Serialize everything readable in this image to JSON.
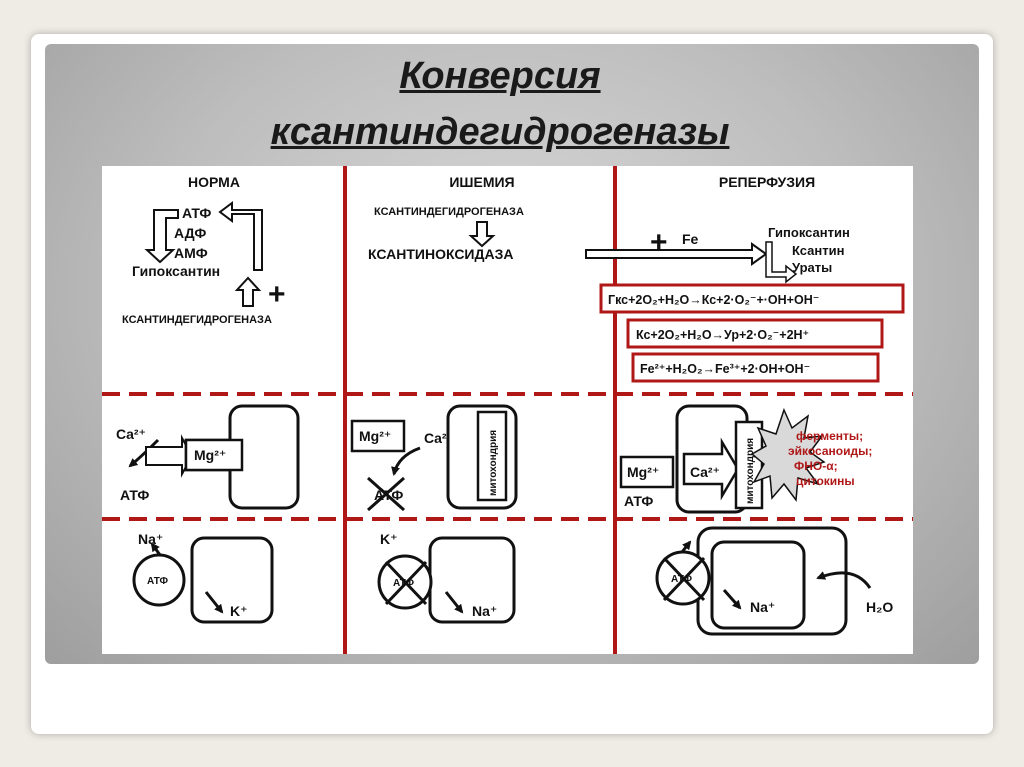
{
  "title": {
    "line1": "Конверсия",
    "line2": "ксантиндегидрогеназы"
  },
  "columns": {
    "norm": "НОРМА",
    "ischemia": "ИШЕМИЯ",
    "reperfusion": "РЕПЕРФУЗИЯ"
  },
  "norm": {
    "atp": "АТФ",
    "adp": "АДФ",
    "amp": "АМФ",
    "hypoxanthine": "Гипоксантин",
    "plus": "+",
    "enzyme": "КСАНТИНДЕГИДРОГЕНАЗА"
  },
  "ischemia": {
    "enzyme_from": "КСАНТИНДЕГИДРОГЕНАЗА",
    "enzyme_to": "КСАНТИНОКСИДАЗА"
  },
  "reperfusion": {
    "plus": "+",
    "fe": "Fe",
    "hypoxanthine": "Гипоксантин",
    "xanthine": "Ксантин",
    "urates": "Ураты"
  },
  "equations": [
    "Гкс+2O₂+H₂O→Кс+2·O₂⁻+·OH+OH⁻",
    "Кс+2O₂+H₂O→Ур+2·O₂⁻+2H⁺",
    "Fe²⁺+H₂O₂→Fe³⁺+2·OH+OH⁻"
  ],
  "calcium_row": {
    "ca": "Ca²⁺",
    "mg": "Mg²⁺",
    "atp": "АТФ",
    "mitochondria": "митохондрия"
  },
  "damage_labels": [
    "ферменты;",
    "эйкосаноиды;",
    "ФНО-α;",
    "цитокины"
  ],
  "pump_row": {
    "atp": "АТФ",
    "na": "Na⁺",
    "k": "K⁺",
    "h2o": "H₂O"
  },
  "colors": {
    "divider_red": "#b01818",
    "damage_text": "#b01818",
    "ink": "#111111"
  }
}
